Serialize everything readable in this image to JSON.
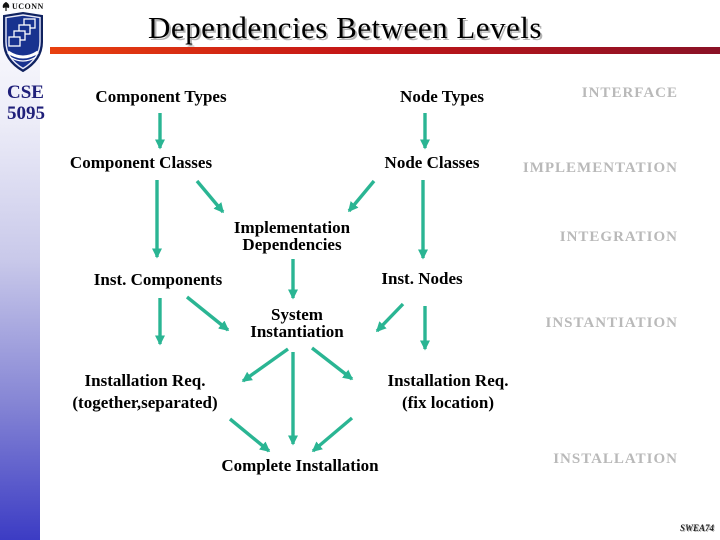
{
  "slide": {
    "title": "Dependencies Between Levels",
    "course_code": {
      "line1": "CSE",
      "line2": "5095"
    },
    "logo_wordmark": "UCONN",
    "footer_tag": "SWEA74"
  },
  "diagram": {
    "nodes": {
      "component_types": {
        "label": "Component Types"
      },
      "node_types": {
        "label": "Node Types"
      },
      "component_classes": {
        "label": "Component Classes"
      },
      "node_classes": {
        "label": "Node Classes"
      },
      "implementation_dependencies": {
        "line1": "Implementation",
        "line2": "Dependencies"
      },
      "inst_components": {
        "label": "Inst. Components"
      },
      "inst_nodes": {
        "label": "Inst. Nodes"
      },
      "system_instantiation": {
        "line1": "System",
        "line2": "Instantiation"
      },
      "installation_req_left": {
        "line1": "Installation Req.",
        "line2": "(together,separated)"
      },
      "installation_req_right": {
        "line1": "Installation Req.",
        "line2": "(fix location)"
      },
      "complete_installation": {
        "label": "Complete Installation"
      }
    },
    "level_labels": {
      "interface": "INTERFACE",
      "implementation": "IMPLEMENTATION",
      "integration": "INTEGRATION",
      "instantiation": "INSTANTIATION",
      "installation": "INSTALLATION"
    },
    "edges": [
      {
        "from": "component_types",
        "to": "component_classes"
      },
      {
        "from": "node_types",
        "to": "node_classes"
      },
      {
        "from": "component_classes",
        "to": "inst_components"
      },
      {
        "from": "component_classes",
        "to": "implementation_dependencies"
      },
      {
        "from": "node_classes",
        "to": "implementation_dependencies"
      },
      {
        "from": "node_classes",
        "to": "inst_nodes"
      },
      {
        "from": "implementation_dependencies",
        "to": "system_instantiation"
      },
      {
        "from": "inst_components",
        "to": "installation_req_left"
      },
      {
        "from": "inst_components",
        "to": "system_instantiation"
      },
      {
        "from": "inst_nodes",
        "to": "system_instantiation"
      },
      {
        "from": "inst_nodes",
        "to": "installation_req_right"
      },
      {
        "from": "system_instantiation",
        "to": "installation_req_left"
      },
      {
        "from": "system_instantiation",
        "to": "complete_installation"
      },
      {
        "from": "system_instantiation",
        "to": "installation_req_right"
      },
      {
        "from": "installation_req_left",
        "to": "complete_installation"
      },
      {
        "from": "installation_req_right",
        "to": "complete_installation"
      }
    ]
  },
  "colors": {
    "arrow": "#2ab593",
    "level_label": "#b9b9b9",
    "accent_bar_left": "#e8400f",
    "accent_bar_mid": "#c41616",
    "accent_bar_right": "#8a1126",
    "course_code": "#20207a",
    "sidebar_bottom": "#3c3cc4",
    "shield_fill": "#18328f"
  }
}
